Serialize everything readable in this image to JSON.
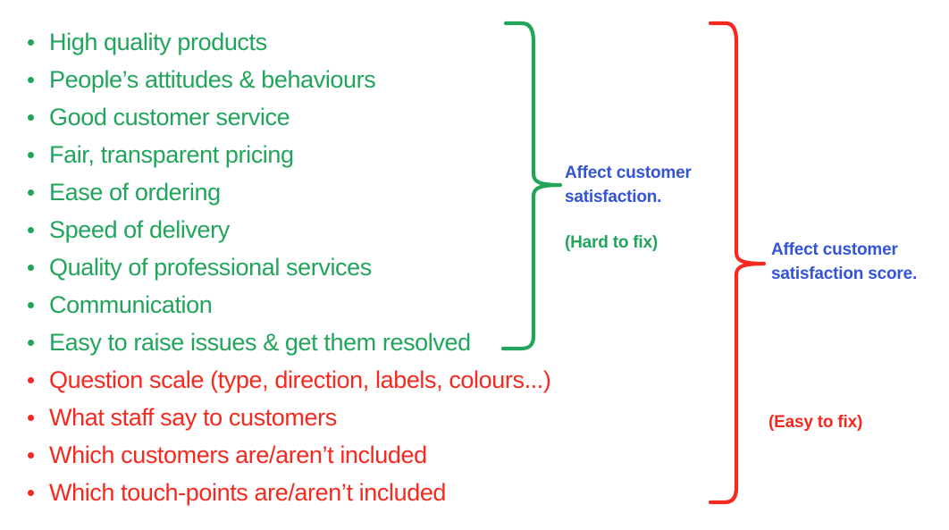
{
  "colors": {
    "green": "#21a55b",
    "red": "#f5291f",
    "blue": "#3354d8",
    "bg": "#ffffff"
  },
  "list": {
    "items": [
      {
        "text": "High quality products",
        "group": "green"
      },
      {
        "text": "People’s attitudes & behaviours",
        "group": "green"
      },
      {
        "text": "Good customer service",
        "group": "green"
      },
      {
        "text": "Fair, transparent pricing",
        "group": "green"
      },
      {
        "text": "Ease of ordering",
        "group": "green"
      },
      {
        "text": "Speed of delivery",
        "group": "green"
      },
      {
        "text": "Quality of professional services",
        "group": "green"
      },
      {
        "text": "Communication",
        "group": "green"
      },
      {
        "text": "Easy to raise issues & get them resolved",
        "group": "green"
      },
      {
        "text": "Question scale (type, direction, labels, colours...)",
        "group": "red"
      },
      {
        "text": "What staff say to customers",
        "group": "red"
      },
      {
        "text": "Which customers are/aren’t included",
        "group": "red"
      },
      {
        "text": "Which touch-points are/aren’t included",
        "group": "red"
      }
    ]
  },
  "annotations": {
    "green_brace_label": "Affect customer\nsatisfaction.",
    "green_brace_note": "(Hard to fix)",
    "red_brace_label": "Affect customer\nsatisfaction score.",
    "red_brace_note": "(Easy to fix)"
  }
}
